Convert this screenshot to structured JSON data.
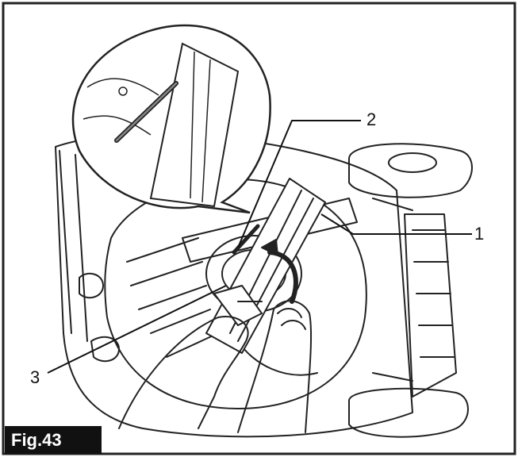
{
  "figure": {
    "label": "Fig.43"
  },
  "callouts": [
    {
      "id": "1",
      "text": "1"
    },
    {
      "id": "2",
      "text": "2"
    },
    {
      "id": "3",
      "text": "3"
    }
  ]
}
